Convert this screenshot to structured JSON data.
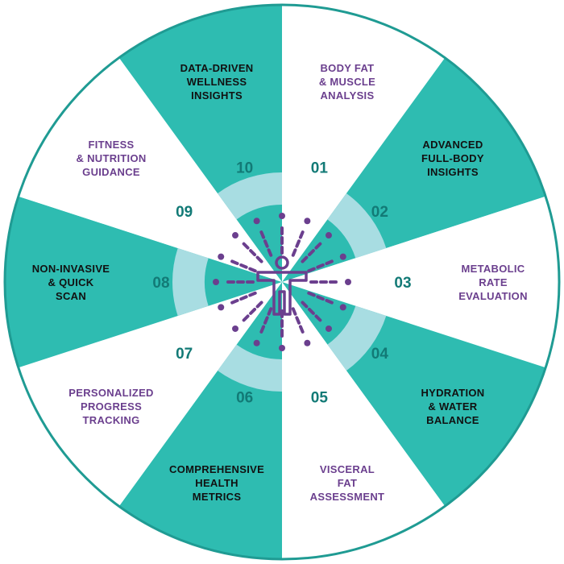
{
  "colors": {
    "teal": "#2ebcb1",
    "light_teal": "#a8dde2",
    "white": "#ffffff",
    "purple": "#6b3f8e",
    "dark_text": "#111111",
    "number_teal": "#127a76",
    "ring": "#1f9b93"
  },
  "center_icon": "person-with-radiating-dots-icon",
  "segments": [
    {
      "number": "01",
      "lines": [
        "BODY FAT",
        "& MUSCLE",
        "ANALYSIS"
      ],
      "filled": false
    },
    {
      "number": "02",
      "lines": [
        "ADVANCED",
        "FULL-BODY",
        "INSIGHTS"
      ],
      "filled": true
    },
    {
      "number": "03",
      "lines": [
        "METABOLIC",
        "RATE",
        "EVALUATION"
      ],
      "filled": false
    },
    {
      "number": "04",
      "lines": [
        "HYDRATION",
        "& WATER",
        "BALANCE"
      ],
      "filled": true
    },
    {
      "number": "05",
      "lines": [
        "VISCERAL",
        "FAT",
        "ASSESSMENT"
      ],
      "filled": false
    },
    {
      "number": "06",
      "lines": [
        "COMPREHENSIVE",
        "HEALTH",
        "METRICS"
      ],
      "filled": true
    },
    {
      "number": "07",
      "lines": [
        "PERSONALIZED",
        "PROGRESS",
        "TRACKING"
      ],
      "filled": false
    },
    {
      "number": "08",
      "lines": [
        "NON-INVASIVE",
        "& QUICK",
        "SCAN"
      ],
      "filled": true
    },
    {
      "number": "09",
      "lines": [
        "FITNESS",
        "& NUTRITION",
        "GUIDANCE"
      ],
      "filled": false
    },
    {
      "number": "10",
      "lines": [
        "DATA-DRIVEN",
        "WELLNESS",
        "INSIGHTS"
      ],
      "filled": true
    }
  ]
}
